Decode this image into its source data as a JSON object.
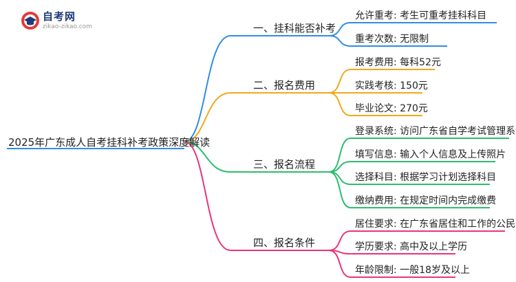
{
  "logo": {
    "title": "自考网",
    "subtitle": "zikao-zikao.com"
  },
  "root": {
    "label": "2025年广东成人自考挂科补考政策深度解读"
  },
  "colors": {
    "blue": "#2f8de4",
    "orange": "#f0a81a",
    "green": "#2bbd6e",
    "pink": "#e8337a"
  },
  "branches": [
    {
      "label": "一、挂科能否补考",
      "leaves": [
        "允许重考: 考生可重考挂科科目",
        "重考次数: 无限制"
      ]
    },
    {
      "label": "二、报名费用",
      "leaves": [
        "报考费用: 每科52元",
        "实践考核: 150元",
        "毕业论文: 270元"
      ]
    },
    {
      "label": "三、报名流程",
      "leaves": [
        "登录系统: 访问广东省自学考试管理系统",
        "填写信息: 输入个人信息及上传照片",
        "选择科目: 根据学习计划选择科目",
        "缴纳费用: 在规定时间内完成缴费"
      ]
    },
    {
      "label": "四、报名条件",
      "leaves": [
        "居住要求: 在广东省居住和工作的公民",
        "学历要求: 高中及以上学历",
        "年龄限制: 一般18岁及以上"
      ]
    }
  ]
}
